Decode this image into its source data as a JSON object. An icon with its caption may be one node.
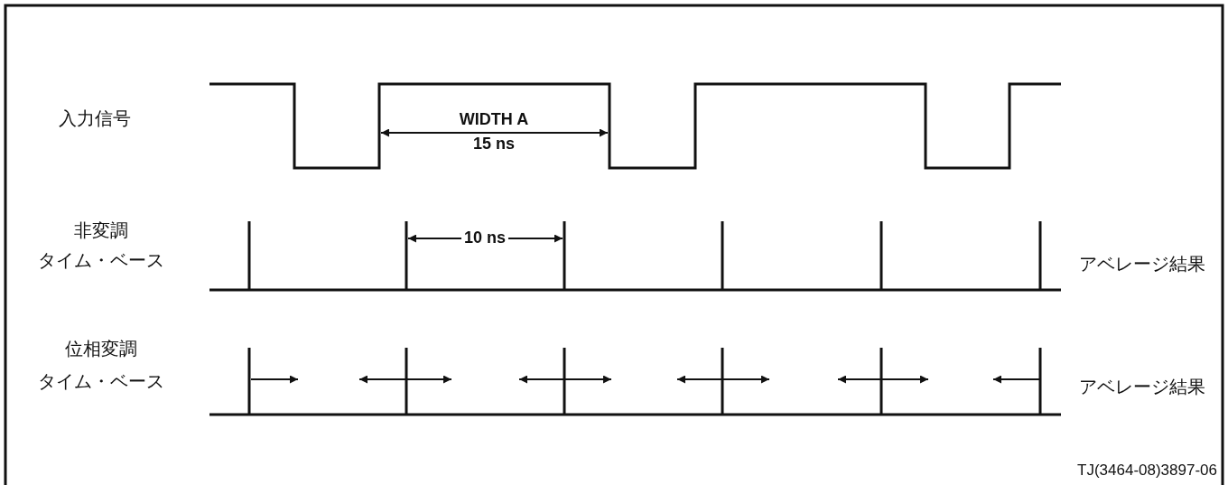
{
  "diagram": {
    "labels": [
      "入力信号",
      "WIDTH A",
      "15 ns",
      "非変調",
      "タイム・ベース",
      "10 ns",
      "アベレージ結果",
      "位相変調",
      "タイム・ベース",
      "アベレージ結果",
      "TJ(3464-08)3897-06"
    ]
  }
}
